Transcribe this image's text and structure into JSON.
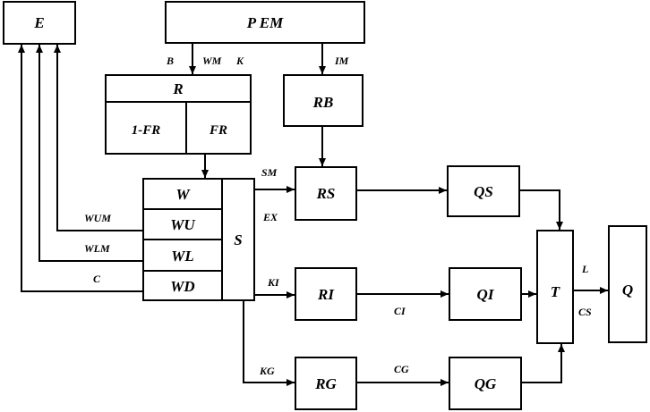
{
  "boxes": {
    "e": "E",
    "pem": "P EM",
    "r": "R",
    "one_minus_fr": "1-FR",
    "fr": "FR",
    "rb": "RB",
    "w": "W",
    "wu": "WU",
    "wl": "WL",
    "wd": "WD",
    "s": "S",
    "rs": "RS",
    "ri": "RI",
    "rg": "RG",
    "qs": "QS",
    "qi": "QI",
    "qg": "QG",
    "t": "T",
    "q": "Q"
  },
  "flows": {
    "b": "B",
    "wm": "WM",
    "k": "K",
    "im": "IM",
    "sm": "SM",
    "ex": "EX",
    "ki": "KI",
    "kg": "KG",
    "ci": "CI",
    "cg": "CG",
    "l": "L",
    "cs": "CS",
    "wum": "WUM",
    "wlm": "WLM",
    "c": "C"
  }
}
